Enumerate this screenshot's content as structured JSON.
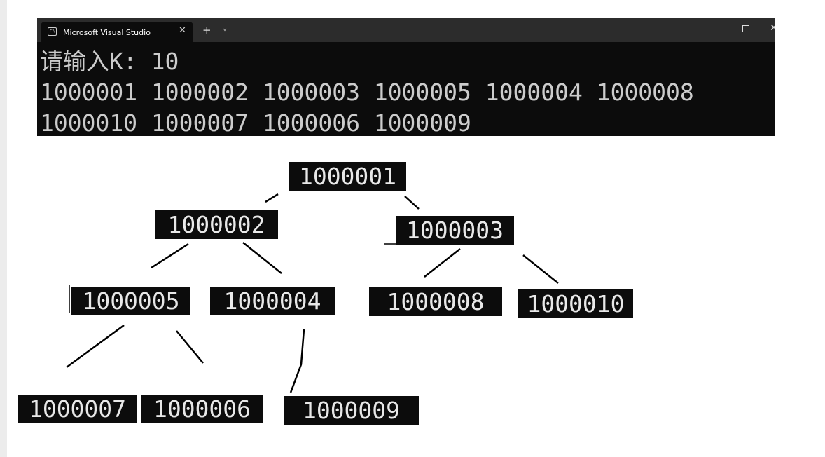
{
  "window": {
    "tab_title": "Microsoft Visual Studio 调试控",
    "tab_icon": "console-icon",
    "new_tab": "+",
    "dropdown": "⌄",
    "close_tab": "✕",
    "minimize": "minimize-icon",
    "maximize": "maximize-icon",
    "close": "✕"
  },
  "console": {
    "lines": [
      "请输入K: 10",
      "1000001 1000002 1000003 1000005 1000004 1000008",
      "1000010 1000007 1000006 1000009"
    ]
  },
  "tree": {
    "nodes": [
      "1000001",
      "1000002",
      "1000003",
      "1000005",
      "1000004",
      "1000008",
      "1000010",
      "1000007",
      "1000006",
      "1000009"
    ]
  }
}
